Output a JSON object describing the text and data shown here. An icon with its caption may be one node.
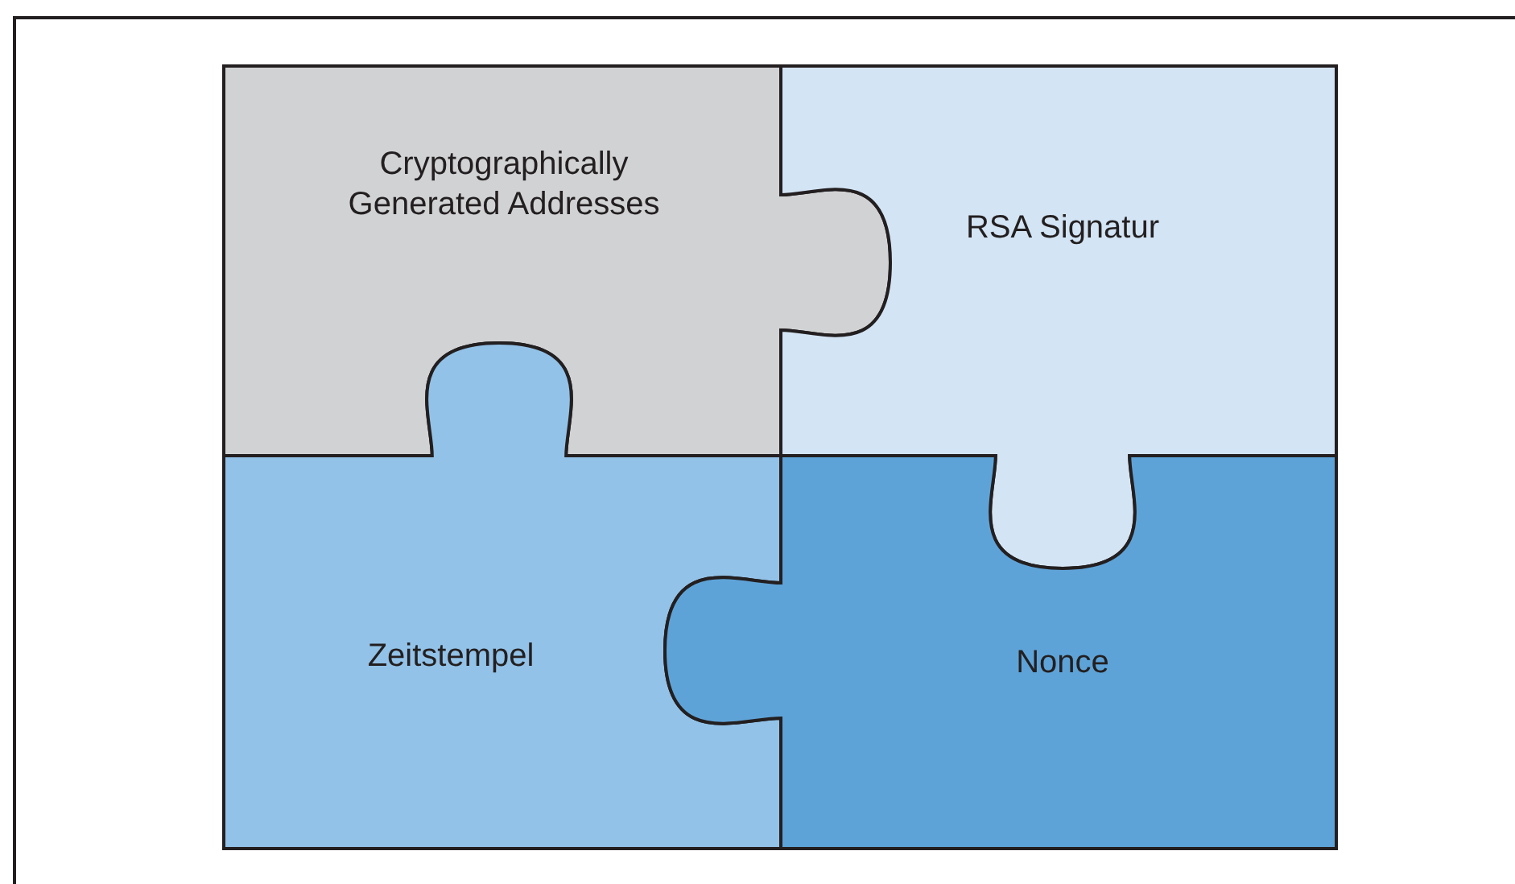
{
  "diagram": {
    "nodes": [
      {
        "text": [
          "Cryptographically Generated Addresses"
        ]
      },
      {
        "text": [
          "RSA Signatur"
        ]
      },
      {
        "text": [
          "Zeitstempel"
        ]
      },
      {
        "text": [
          "Nonce"
        ]
      }
    ]
  }
}
